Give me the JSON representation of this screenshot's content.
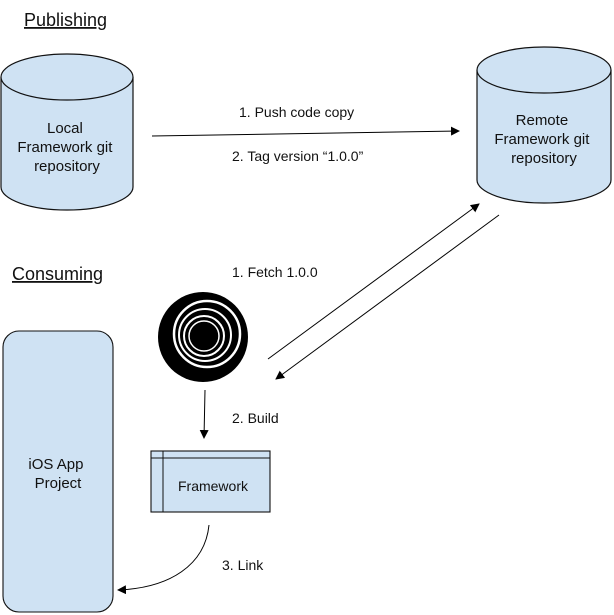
{
  "sections": {
    "publishing": "Publishing",
    "consuming": "Consuming"
  },
  "nodes": {
    "local_repo": [
      "Local",
      "Framework git",
      "repository"
    ],
    "remote_repo": [
      "Remote",
      "Framework git",
      "repository"
    ],
    "ios_app": [
      "iOS App",
      "Project"
    ],
    "framework": "Framework"
  },
  "steps": {
    "push": "1. Push code copy",
    "tag": "2. Tag version “1.0.0”",
    "fetch": "1. Fetch 1.0.0",
    "build": "2. Build",
    "link": "3. Link"
  },
  "colors": {
    "node_fill": "#cfe2f3",
    "stroke": "#000000",
    "tool_icon": "#000000"
  },
  "icons": {
    "tool": "concentric-rings-icon"
  }
}
